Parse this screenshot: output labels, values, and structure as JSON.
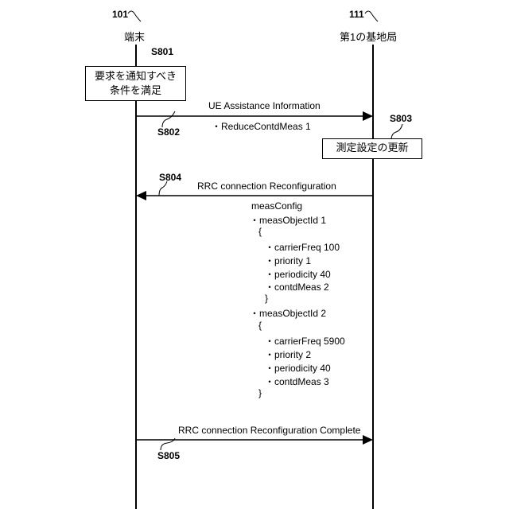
{
  "terminal": {
    "ref": "101",
    "label": "端末"
  },
  "base_station": {
    "ref": "111",
    "label": "第1の基地局"
  },
  "steps": {
    "s801": {
      "ref": "S801",
      "box_lines": [
        "要求を通知すべき",
        "条件を満足"
      ]
    },
    "s802": {
      "ref": "S802",
      "message": "UE Assistance Information",
      "param": "・ReduceContdMeas 1"
    },
    "s803": {
      "ref": "S803",
      "box_text": "測定設定の更新"
    },
    "s804": {
      "ref": "S804",
      "message": "RRC connection Reconfiguration"
    },
    "s805": {
      "ref": "S805",
      "message": "RRC connection Reconfiguration Complete"
    }
  },
  "meas_config": {
    "header": "measConfig",
    "objects": [
      {
        "id": "・measObjectId 1",
        "open": "{",
        "close": "}",
        "params": [
          "・carrierFreq 100",
          "・priority 1",
          "・periodicity 40",
          "・contdMeas 2"
        ]
      },
      {
        "id": "・measObjectId 2",
        "open": "{",
        "close": "}",
        "params": [
          "・carrierFreq 5900",
          "・priority 2",
          "・periodicity 40",
          "・contdMeas 3"
        ]
      }
    ]
  }
}
